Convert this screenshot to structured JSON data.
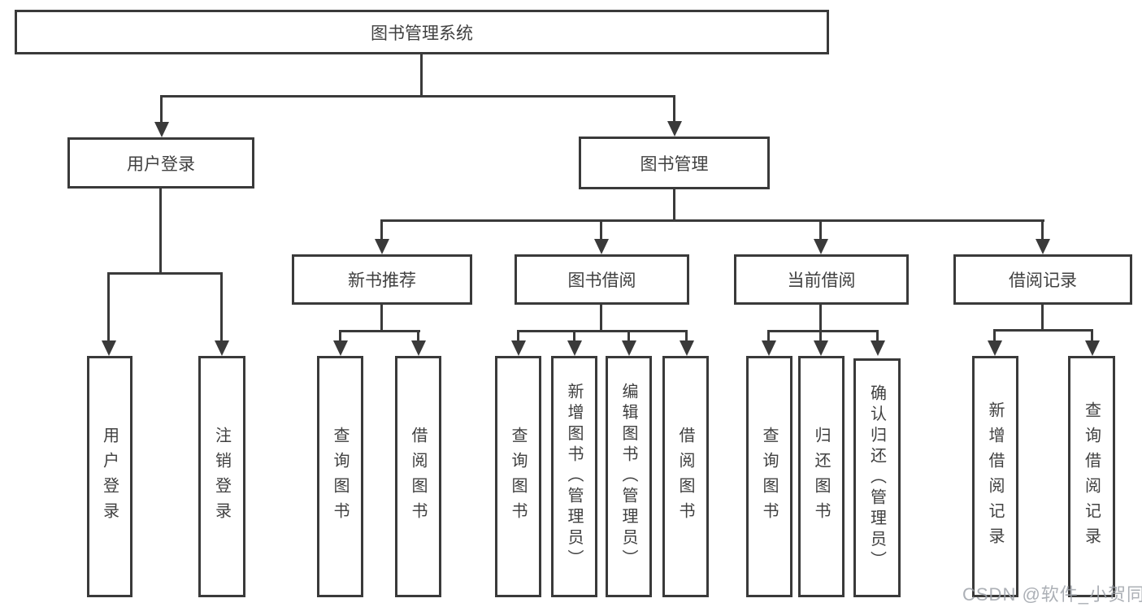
{
  "diagram": {
    "root": {
      "id": "library-management-system",
      "label": "图书管理系统"
    },
    "level2": [
      {
        "id": "user-login",
        "label": "用户登录",
        "parent": "library-management-system"
      },
      {
        "id": "book-management",
        "label": "图书管理",
        "parent": "library-management-system"
      }
    ],
    "level3": [
      {
        "id": "new-book-recommend",
        "label": "新书推荐",
        "parent": "book-management"
      },
      {
        "id": "book-borrow",
        "label": "图书借阅",
        "parent": "book-management"
      },
      {
        "id": "current-borrow",
        "label": "当前借阅",
        "parent": "book-management"
      },
      {
        "id": "borrow-records",
        "label": "借阅记录",
        "parent": "book-management"
      }
    ],
    "leaves": {
      "user_login": [
        "用户登录",
        "注销登录"
      ],
      "new_book": [
        "查询图书",
        "借阅图书"
      ],
      "book_borrow": [
        "查询图书",
        "新增图书（管理员）",
        "编辑图书（管理员）",
        "借阅图书"
      ],
      "current_borrow": [
        "查询图书",
        "归还图书",
        "确认归还（管理员）"
      ],
      "borrow_records": [
        "新增借阅记录",
        "查询借阅记录"
      ]
    }
  },
  "watermark": {
    "text": "CSDN @软件_小贺同学"
  },
  "colors": {
    "line": "#3a3a3a",
    "text": "#404040",
    "watermark": "#9da2a9",
    "background": "#ffffff"
  }
}
